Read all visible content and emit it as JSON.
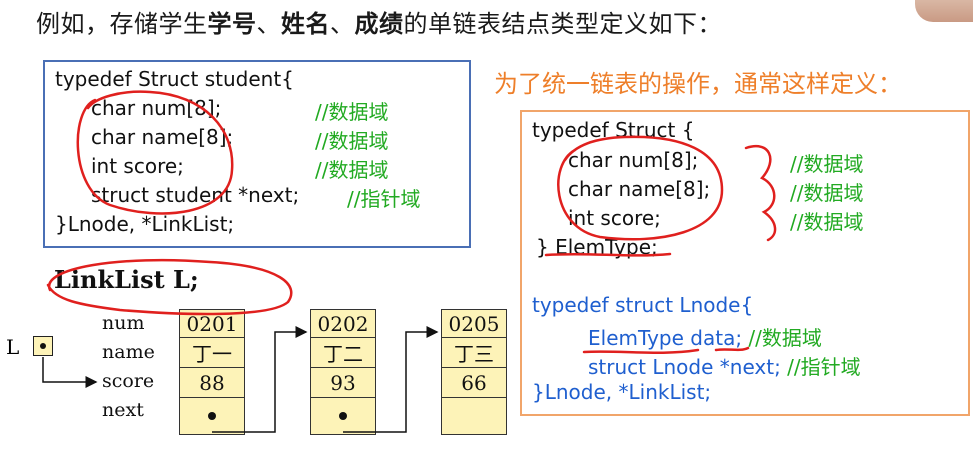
{
  "heading": {
    "prefix": "例如，存储学生",
    "bold1": "学号",
    "sep1": "、",
    "bold2": "姓名",
    "sep2": "、",
    "bold3": "成绩",
    "suffix": "的单链表结点类型定义如下："
  },
  "left_code": {
    "lines": [
      {
        "code": "typedef Struct student{",
        "comment": ""
      },
      {
        "code": "char num[8];",
        "comment": "//数据域"
      },
      {
        "code": "char name[8];",
        "comment": "//数据域"
      },
      {
        "code": "int score;",
        "comment": "//数据域"
      },
      {
        "code": "struct student *next;",
        "comment": "//指针域"
      },
      {
        "code": "}Lnode, *LinkList;",
        "comment": ""
      }
    ]
  },
  "right_title": "为了统一链表的操作，通常这样定义：",
  "right_code": {
    "part1": [
      {
        "code": "typedef Struct {",
        "comment": ""
      },
      {
        "code": "char num[8];",
        "comment": "//数据域"
      },
      {
        "code": "char name[8];",
        "comment": "//数据域"
      },
      {
        "code": "int score;",
        "comment": "//数据域"
      },
      {
        "code": "} ElemType;",
        "comment": ""
      }
    ],
    "part2": [
      {
        "code": "typedef  struct  Lnode{",
        "comment": ""
      },
      {
        "code": "ElemType   data;",
        "comment": " //数据域"
      },
      {
        "code": "struct   Lnode  *next;",
        "comment": " //指针域"
      },
      {
        "code": "}Lnode, *LinkList;",
        "comment": ""
      }
    ]
  },
  "declaration": "LinkList  L;",
  "pointer_label": "L",
  "field_names": [
    "num",
    "name",
    "score",
    "next"
  ],
  "nodes": [
    {
      "num": "0201",
      "name": "丁一",
      "score": "88"
    },
    {
      "num": "0202",
      "name": "丁二",
      "score": "93"
    },
    {
      "num": "0205",
      "name": "丁三",
      "score": "66"
    }
  ],
  "colors": {
    "box_border": "#4a6fb5",
    "right_box_border": "#f1a56a",
    "comment": "#22aa22",
    "title_orange": "#ee7f2a",
    "annotation_red": "#e0201e",
    "node_fill": "#fdf3b8"
  }
}
